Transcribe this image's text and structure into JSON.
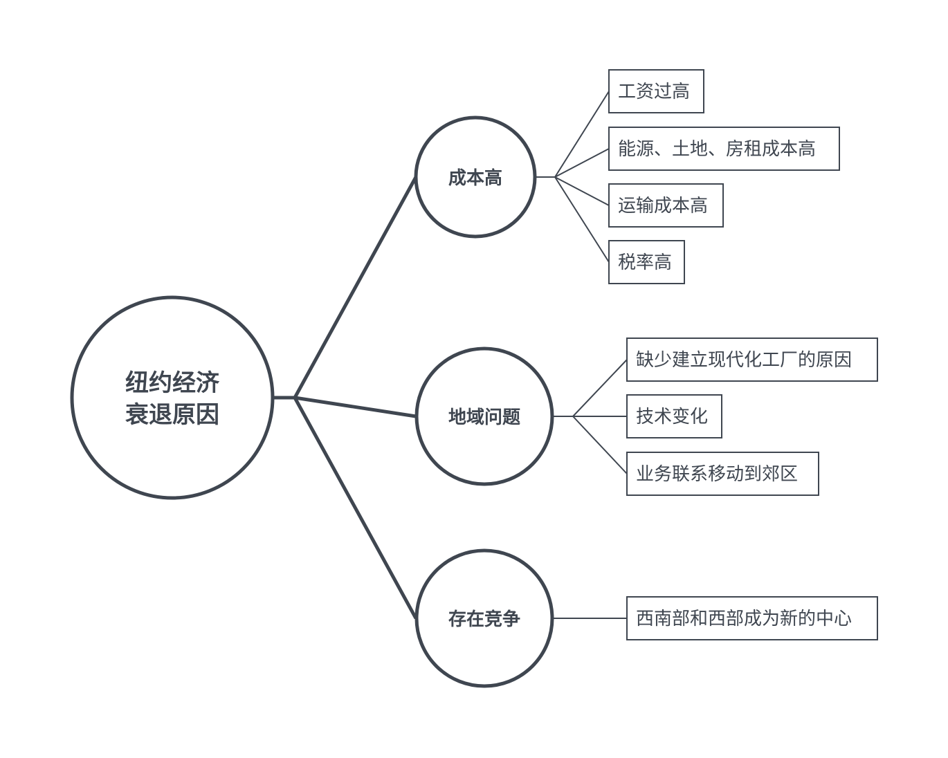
{
  "root": {
    "lines": [
      "纽约经济",
      "衰退原因"
    ]
  },
  "branches": [
    {
      "label": "成本高",
      "leaves": [
        "工资过高",
        "能源、土地、房租成本高",
        "运输成本高",
        "税率高"
      ]
    },
    {
      "label": "地域问题",
      "leaves": [
        "缺少建立现代化工厂的原因",
        "技术变化",
        "业务联系移动到郊区"
      ]
    },
    {
      "label": "存在竞争",
      "leaves": [
        "西南部和西部成为新的中心"
      ]
    }
  ],
  "colors": {
    "stroke": "#3f4650",
    "text": "#3f4650",
    "background": "#ffffff"
  }
}
